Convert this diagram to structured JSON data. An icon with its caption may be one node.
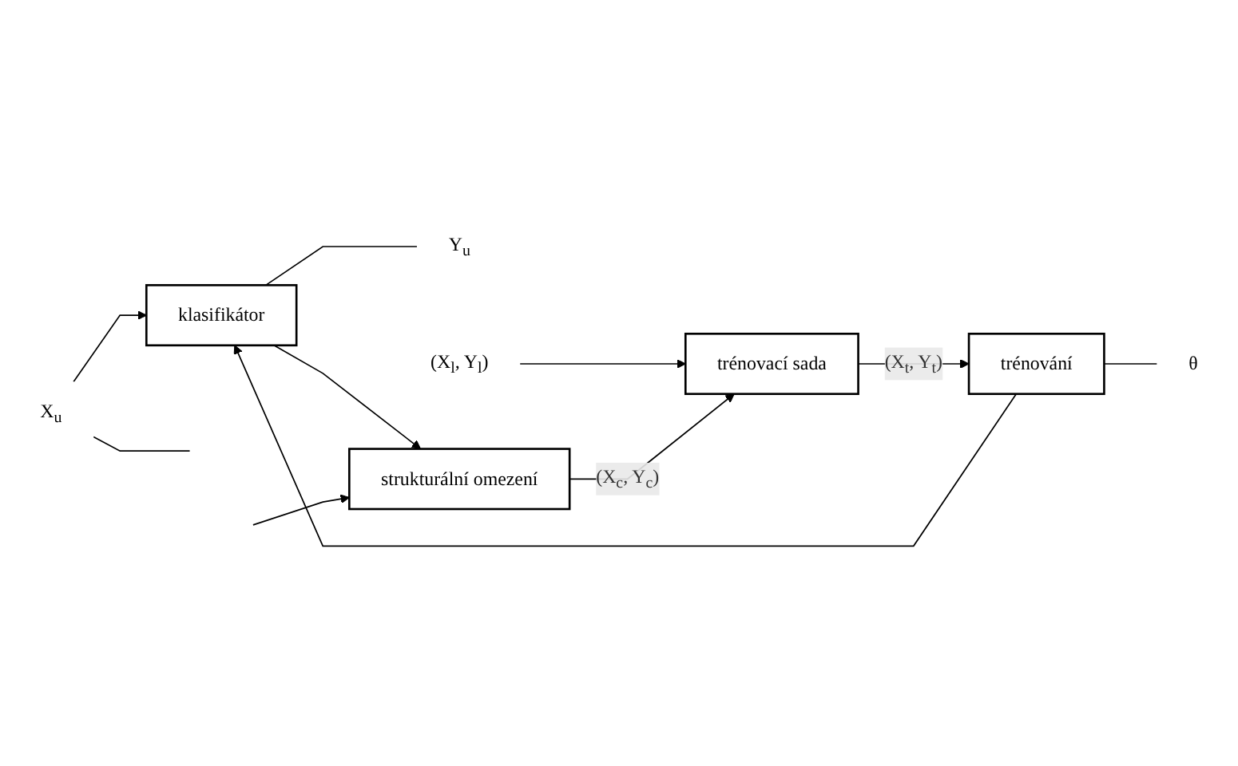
{
  "diagram": {
    "nodes": [
      {
        "text": [
          "X$_{u}$"
        ]
      },
      {
        "text": [
          "klasifikátor"
        ]
      },
      {
        "text": [
          "Y$_{u}$"
        ]
      },
      {
        "text": [
          "(X$_{l}$, Y$_{l}$)"
        ]
      },
      {
        "text": [
          "trénovací sada"
        ]
      },
      {
        "text": [
          "trénování"
        ]
      },
      {
        "text": [
          "θ"
        ]
      },
      {
        "text": [
          "strukturální omezení"
        ]
      }
    ],
    "edges": [
      {
        "from": 0,
        "to": 1,
        "arrow": "to"
      },
      {
        "from": 1,
        "to": 2,
        "arrow": "none"
      },
      {
        "from": 1,
        "to": 7,
        "arrow": "to"
      },
      {
        "from": 0,
        "to": null,
        "arrow": "none"
      },
      {
        "from": 3,
        "to": 4,
        "arrow": "to"
      },
      {
        "from": 4,
        "to": 5,
        "arrow": "to",
        "label": "(X$_{t}$, Y$_{t}$)"
      },
      {
        "from": 5,
        "to": 6,
        "arrow": "none"
      },
      {
        "from": 5,
        "to": 1,
        "arrow": "to"
      },
      {
        "from": 7,
        "to": 4,
        "arrow": "to",
        "label": "(X$_{c}$, Y$_{c}$)"
      },
      {
        "from": null,
        "to": 7,
        "arrow": "to"
      }
    ]
  }
}
